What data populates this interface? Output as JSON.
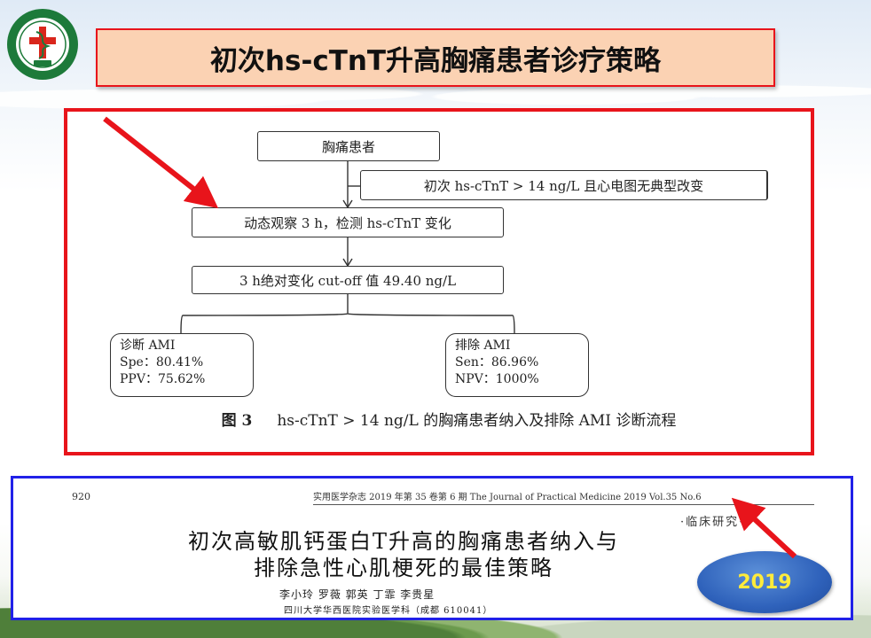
{
  "slide": {
    "title": "初次hs-cTnT升高胸痛患者诊疗策略"
  },
  "flowchart": {
    "start": "胸痛患者",
    "condition": "初次 hs-cTnT > 14 ng/L 且心电图无典型改变",
    "observe": "动态观察 3 h，检测 hs-cTnT 变化",
    "cutoff": "3 h绝对变化 cut-off 值 49.40 ng/L",
    "diagnose": {
      "title": "诊断 AMI",
      "line1": "Spe：80.41%",
      "line2": "PPV：75.62%"
    },
    "exclude": {
      "title": "排除 AMI",
      "line1": "Sen：86.96%",
      "line2": "NPV：1000%"
    },
    "caption_no": "图 3",
    "caption_text": "hs-cTnT > 14 ng/L 的胸痛患者纳入及排除 AMI 诊断流程"
  },
  "article": {
    "page_number": "920",
    "journal_line": "实用医学杂志  2019 年第 35 卷第 6 期  The Journal of Practical Medicine  2019 Vol.35 No.6",
    "section": "·临床研究·",
    "title_line1": "初次高敏肌钙蛋白T升高的胸痛患者纳入与",
    "title_line2": "排除急性心肌梗死的最佳策略",
    "authors": "李小玲  罗薇  郭英  丁霏  李贵星",
    "affiliation": "四川大学华西医院实验医学科（成都 610041）"
  },
  "badge": {
    "year": "2019"
  },
  "colors": {
    "frame_red": "#e8141b",
    "frame_blue": "#2121e8",
    "badge_blue": "#2f62bb",
    "badge_text": "#ffeb3b"
  },
  "icons": [
    "hospital-logo-icon",
    "red-arrow-icon"
  ]
}
